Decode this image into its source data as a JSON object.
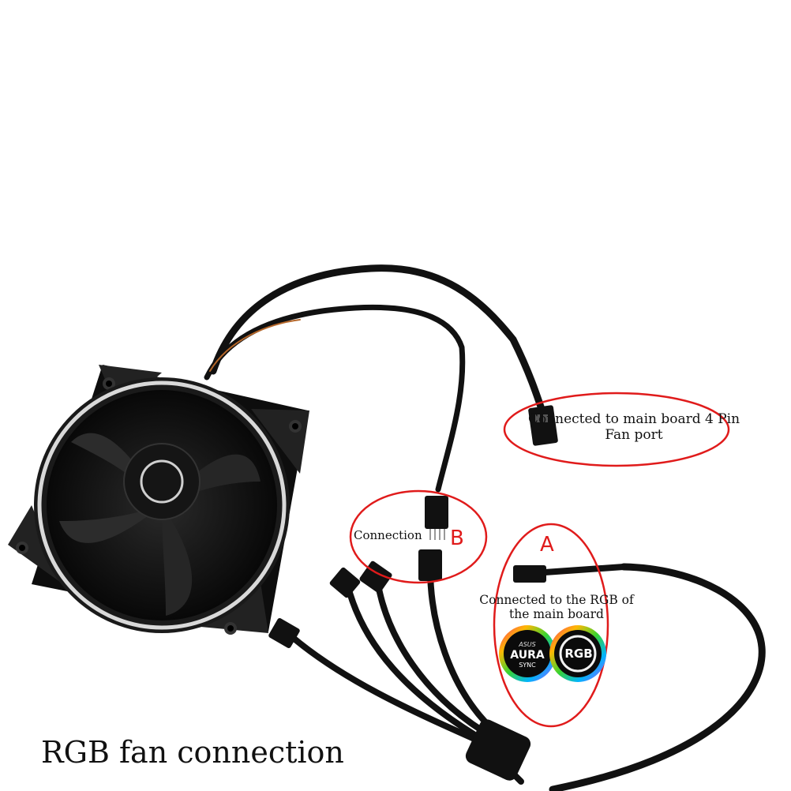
{
  "labels": {
    "fan_port": "Connected to main board 4 Pin Fan port",
    "connection": "Connection",
    "b": "B",
    "a": "A",
    "rgb_main": "Connected to the RGB of the main board",
    "aura_brand": "ASUS",
    "aura": "AURA",
    "aura_sync": "SYNC",
    "rgb_logo": "RGB",
    "caption": "RGB fan connection"
  },
  "colors": {
    "callout": "#e01b1b",
    "cable": "#111111",
    "background": "#ffffff"
  }
}
